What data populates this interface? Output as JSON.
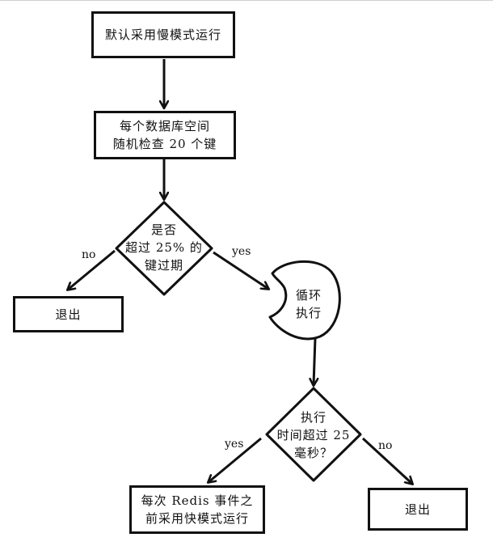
{
  "nodes": {
    "start": "默认采用慢模式运行",
    "check": "每个数据库空间\n随机检查 20 个键",
    "decision_expired": "是否\n超过 25% 的\n键过期",
    "exit_left": "退出",
    "loop": "循环\n执行",
    "decision_time": "执行\n时间超过 25\n毫秒？",
    "fast_mode": "每次 Redis 事件之\n前采用快模式运行",
    "exit_right": "退出"
  },
  "edges": {
    "no1": "no",
    "yes1": "yes",
    "yes2": "yes",
    "no2": "no"
  }
}
